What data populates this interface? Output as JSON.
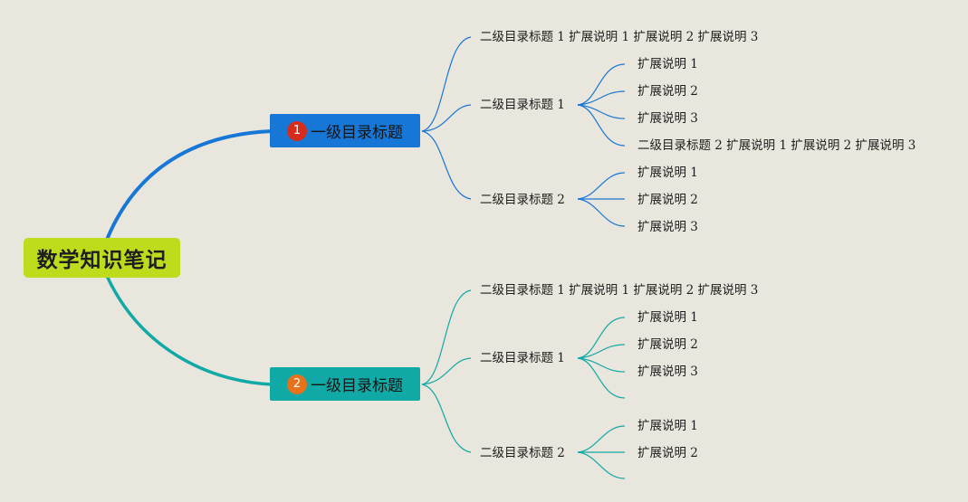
{
  "root": {
    "title": "数学知识笔记"
  },
  "colors": {
    "background": "#e9e6dd",
    "root_fill": "#bfdc1c",
    "branch1": "#1777d7",
    "branch2": "#10a9a5",
    "badge1": "#d52c1c",
    "badge2": "#e8721c"
  },
  "branches": [
    {
      "badge": "1",
      "label": "一级目录标题",
      "items": [
        "二级目录标题 1 扩展说明 1 扩展说明 2 扩展说明 3",
        "二级目录标题 1",
        "二级目录标题 2"
      ],
      "sub1": [
        "扩展说明 1",
        "扩展说明 2",
        "扩展说明 3",
        "二级目录标题 2 扩展说明 1 扩展说明 2 扩展说明 3"
      ],
      "sub2": [
        "扩展说明 1",
        "扩展说明 2",
        "扩展说明 3"
      ]
    },
    {
      "badge": "2",
      "label": "一级目录标题",
      "items": [
        "二级目录标题 1 扩展说明 1 扩展说明 2 扩展说明 3",
        "二级目录标题 1",
        "二级目录标题 2"
      ],
      "sub1": [
        "扩展说明 1",
        "扩展说明 2",
        "扩展说明 3"
      ],
      "sub2": [
        "扩展说明 1",
        "扩展说明 2"
      ]
    }
  ]
}
